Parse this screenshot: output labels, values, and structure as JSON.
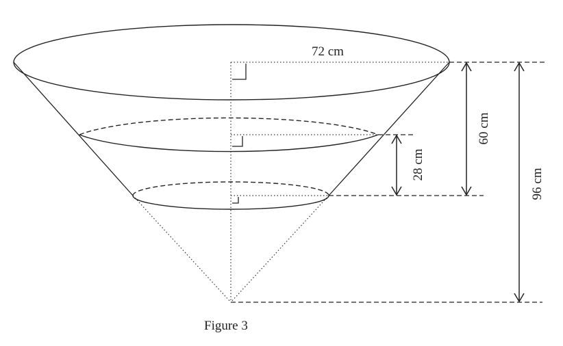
{
  "labels": {
    "radius": "72 cm",
    "height_upper": "60 cm",
    "height_lower": "28 cm",
    "height_total": "96 cm"
  },
  "caption": "Figure 3"
}
